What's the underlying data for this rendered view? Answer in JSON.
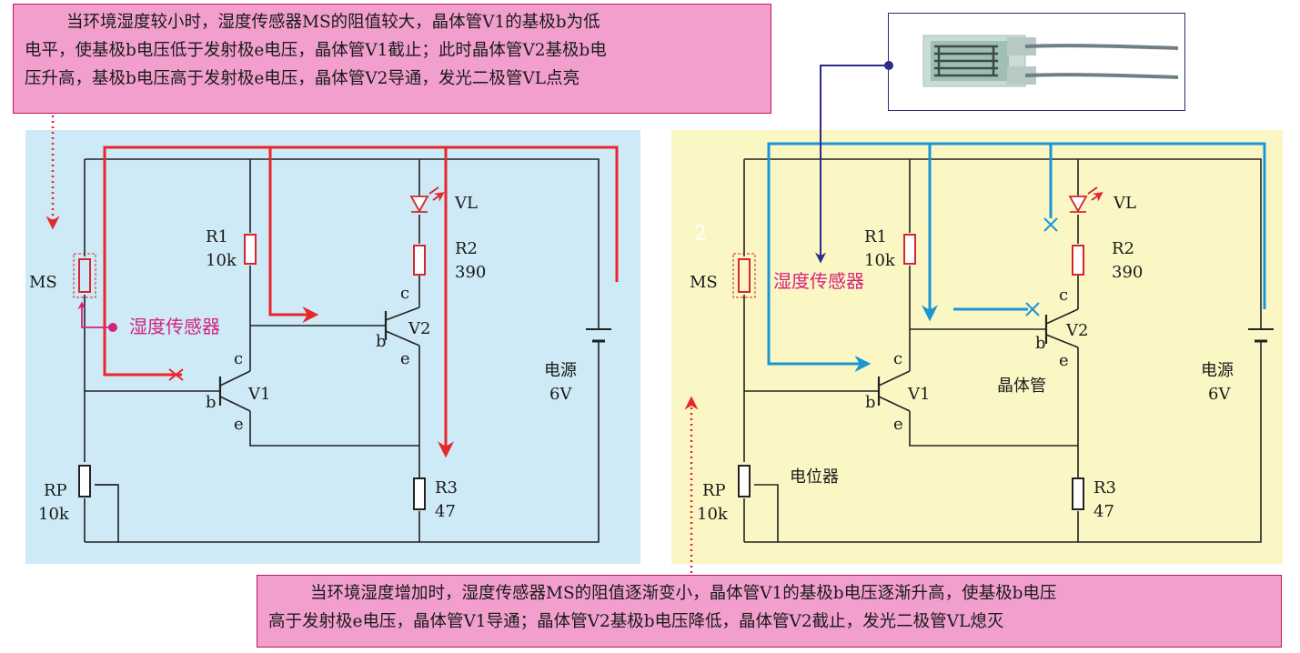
{
  "top_note": {
    "lines": [
      "当环境湿度较小时，湿度传感器MS的阻值较大，晶体管V1的基极b为低",
      "电平，使基极b电压低于发射极e电压，晶体管V1截止；此时晶体管V2基极b电",
      "压升高，基极b电压高于发射极e电压，晶体管V2导通，发光二极管VL点亮"
    ]
  },
  "bottom_note": {
    "lines": [
      "当环境湿度增加时，湿度传感器MS的阻值逐渐变小，晶体管V1的基极b电压逐渐升高，使基极b电压",
      "高于发射极e电压，晶体管V1导通；晶体管V2基极b电压降低，晶体管V2截止，发光二极管VL熄灭"
    ]
  },
  "left_circuit": {
    "ms": "MS",
    "sensor_label": "湿度传感器",
    "r1": "R1",
    "r1_val": "10k",
    "r2": "R2",
    "r2_val": "390",
    "r3": "R3",
    "r3_val": "47",
    "rp": "RP",
    "rp_val": "10k",
    "vl": "VL",
    "v1": "V1",
    "v2": "V2",
    "power": "电源",
    "power_val": "6V",
    "b": "b",
    "c": "c",
    "e": "e"
  },
  "right_circuit": {
    "ms": "MS",
    "sensor_label": "湿度传感器",
    "r1": "R1",
    "r1_val": "10k",
    "r2": "R2",
    "r2_val": "390",
    "r3": "R3",
    "r3_val": "47",
    "rp": "RP",
    "rp_val": "10k",
    "vl": "VL",
    "v1": "V1",
    "v2": "V2",
    "power": "电源",
    "power_val": "6V",
    "transistor_label": "晶体管",
    "pot_label": "电位器",
    "faint_mark": "2",
    "b": "b",
    "c": "c",
    "e": "e"
  },
  "colors": {
    "red_flow": "#e8262d",
    "blue_flow": "#1a96d4",
    "pointer": "#2b2b8c",
    "magenta": "#d4237c",
    "component": "#d4262c"
  }
}
